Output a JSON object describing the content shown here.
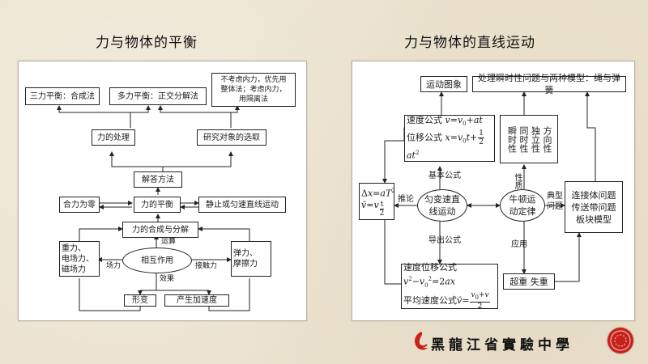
{
  "left": {
    "title": "力与物体的平衡",
    "boxes": {
      "three_force": "三力平衡：合成法",
      "multi_force": "多力平衡：正交分解法",
      "internal": "不考虑内力，优先用\n整体法；考虑内力，\n用隔离法",
      "force_processing": "力的处理",
      "object_selection": "研究对象的选取",
      "solution_method": "解答方法",
      "net_force_zero": "合力为零",
      "force_balance": "力的平衡",
      "rest_or_uniform": "静止或匀速直线运动",
      "compose_decompose": "力的合成与分解",
      "field_forces": "重力、\n电场力、\n磁场力",
      "interaction": "相互作用",
      "elastic_friction": "弹力、\n摩擦力",
      "deformation": "形变",
      "acceleration": "产生加速度"
    },
    "labels": {
      "operation": "运算",
      "field_force": "场力",
      "contact_force": "接触力",
      "effect": "效果"
    }
  },
  "right": {
    "title": "力与物体的直线运动",
    "boxes": {
      "motion_graph": "运动图象",
      "instant_problems": "处理瞬时性问题与两种模型：绳与弹簧",
      "velocity_formula": "速度公式",
      "displacement_formula": "位移公式",
      "velocity_formula_expr": "v=v0+at",
      "displacement_formula_expr": "x=v0t+½at²",
      "properties": [
        "瞬时性",
        "同时性",
        "独立性",
        "方向性"
      ],
      "inference": "Δx=aT²  v̄=v_t/2",
      "uniform_acc": "匀变速直\n线运动",
      "newton_law": "牛顿运\n动定律",
      "models": "连接体问题\n传送带问题\n板块模型",
      "vel_disp_formula": "速度位移公式",
      "vel_disp_expr": "v²−v0²=2ax",
      "avg_vel_formula": "平均速度公式",
      "avg_vel_expr": "v̄=(v0+v)/2",
      "overweight": "超重 失重"
    },
    "labels": {
      "basic_formula": "基本公式",
      "inference": "推论",
      "derived_formula": "导出公式",
      "nature": "性质",
      "typical_problem": "典型\n问题",
      "application": "应用"
    }
  },
  "footer": {
    "school": "黑龍江省實驗中學",
    "logo_color": "#c8211c"
  }
}
